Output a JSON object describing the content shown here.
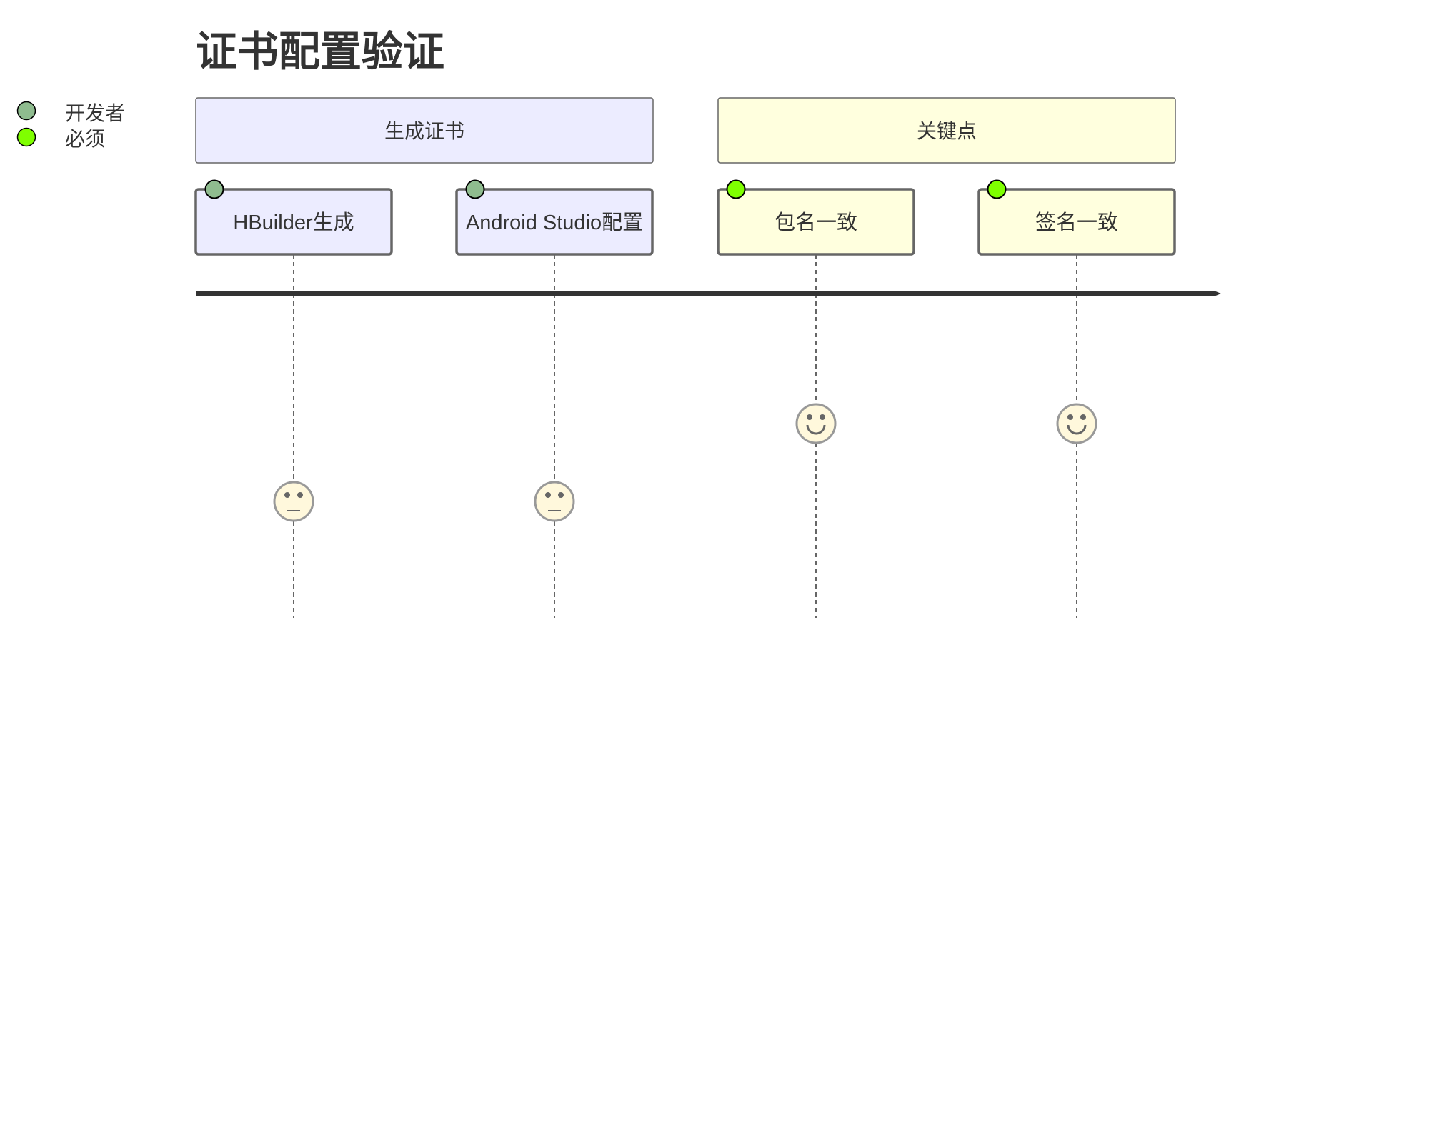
{
  "title": "证书配置验证",
  "actors": [
    {
      "name": "开发者",
      "color": "#8FBC8F"
    },
    {
      "name": "必须",
      "color": "#7FFF00"
    }
  ],
  "sections": [
    {
      "label": "生成证书",
      "fill": "#ECECFF"
    },
    {
      "label": "关键点",
      "fill": "#FFFFDE"
    }
  ],
  "tasks": [
    {
      "label": "HBuilder生成",
      "section": 0,
      "actor": 0,
      "score": 3,
      "face": "neutral"
    },
    {
      "label": "Android Studio配置",
      "section": 0,
      "actor": 0,
      "score": 3,
      "face": "neutral"
    },
    {
      "label": "包名一致",
      "section": 1,
      "actor": 1,
      "score": 5,
      "face": "happy"
    },
    {
      "label": "签名一致",
      "section": 1,
      "actor": 1,
      "score": 5,
      "face": "happy"
    }
  ]
}
